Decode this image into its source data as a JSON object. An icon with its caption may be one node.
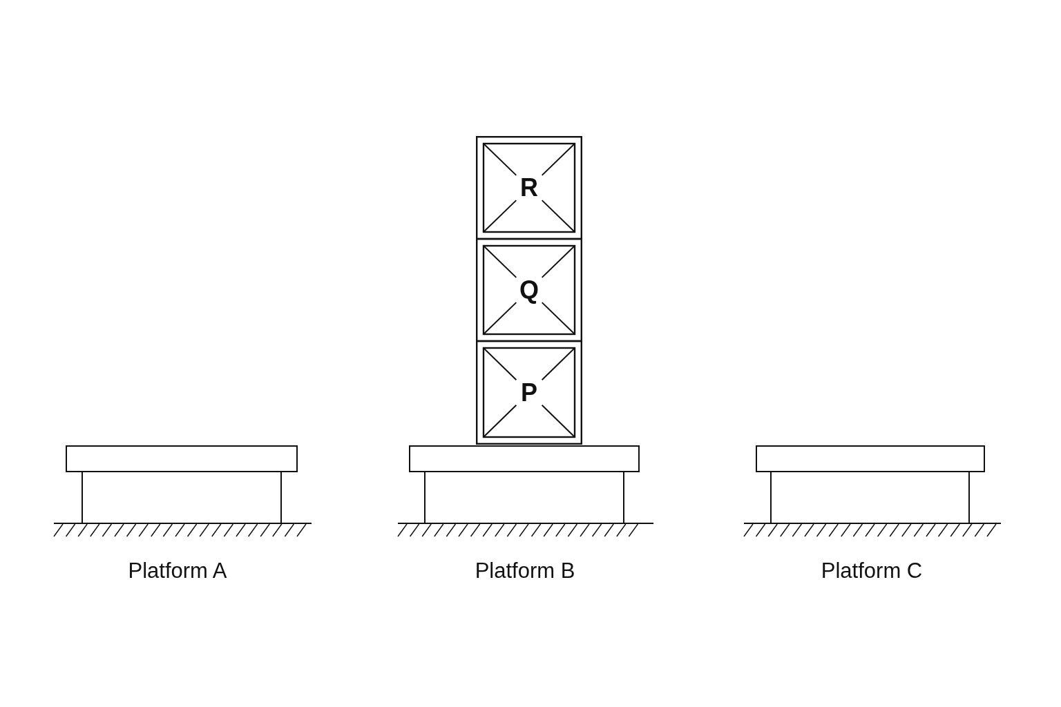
{
  "diagram": {
    "nodes": [
      {
        "text": [
          "R"
        ]
      },
      {
        "text": [
          "Q"
        ]
      },
      {
        "text": [
          "P"
        ]
      },
      {
        "text": [],
        "shape": "table",
        "beside": [
          "Platform A"
        ]
      },
      {
        "text": [],
        "shape": "table",
        "beside": [
          "Platform B"
        ]
      },
      {
        "text": [],
        "shape": "table",
        "beside": [
          "Platform C"
        ]
      }
    ]
  }
}
